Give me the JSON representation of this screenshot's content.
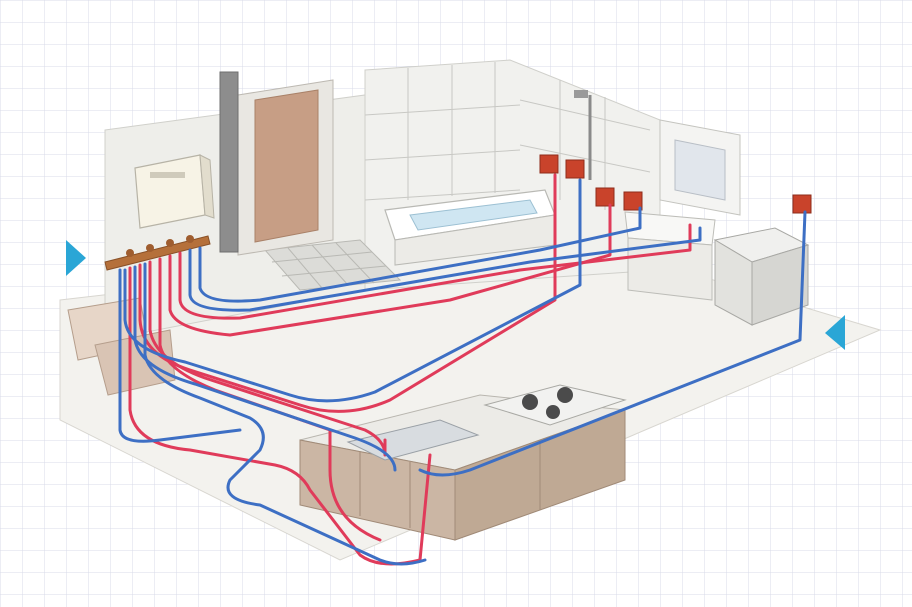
{
  "colors": {
    "background": "#ffffff",
    "grid_line": "#d8dbe8",
    "hot_pipe": "#e03b5a",
    "cold_pipe": "#3d6fc4",
    "manifold": "#b5703a",
    "marker": "#2aa6d6",
    "fixture_red": "#c9432b",
    "floor": "#f3f2ee",
    "wall": "#eeeeea",
    "tile_line": "#c8c8c4",
    "cabinet": "#cbb6a4",
    "counter": "#ecebe7",
    "door": "#c79e85"
  },
  "icons": [
    "inlet-arrow-left-icon",
    "inlet-arrow-right-icon"
  ],
  "fixtures": [
    "water-heater",
    "manifold",
    "toilet",
    "bathtub",
    "shower",
    "washbasin",
    "washing-machine",
    "kitchen-sink",
    "gas-cooktop"
  ]
}
